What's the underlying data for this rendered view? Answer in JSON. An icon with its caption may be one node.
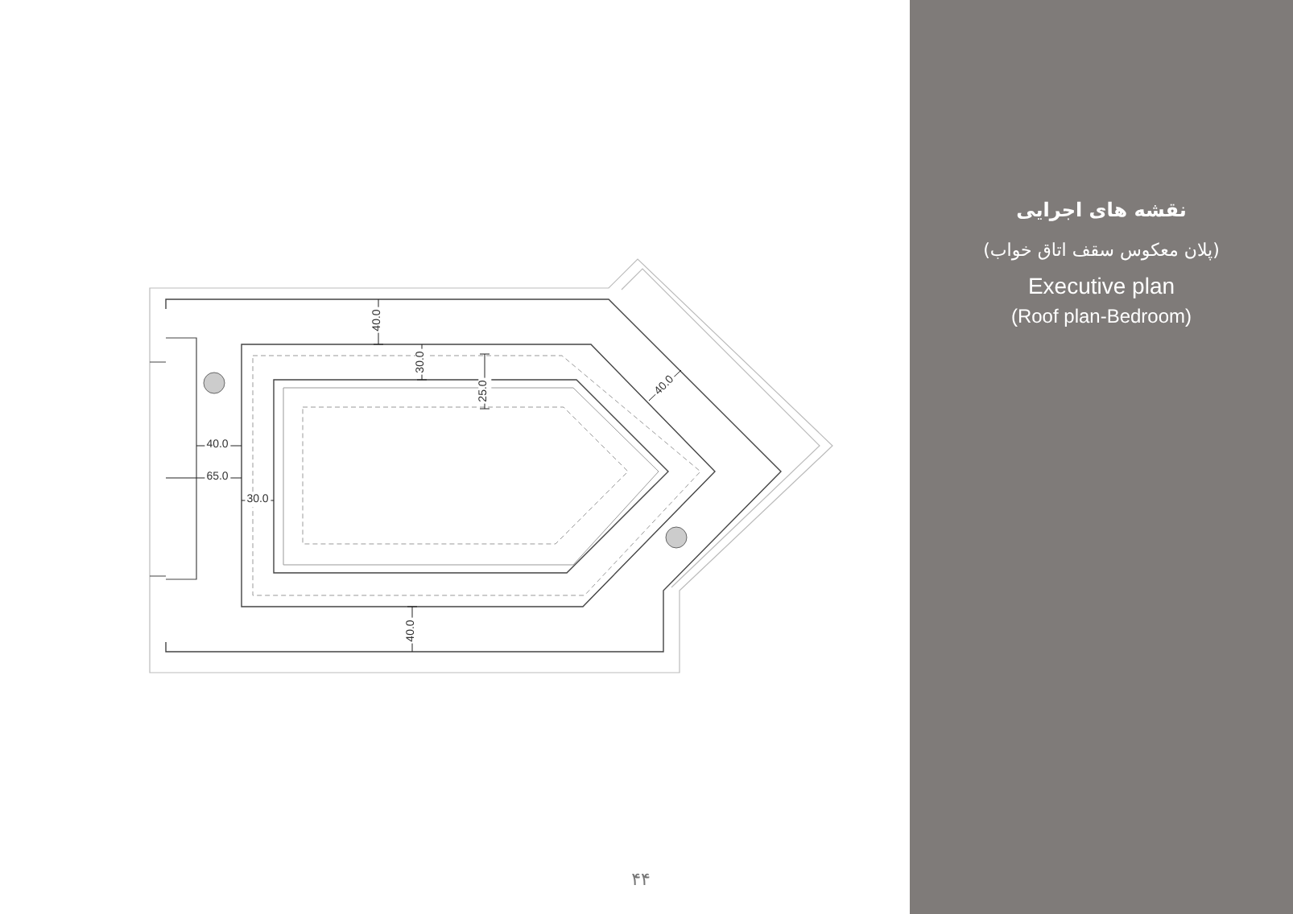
{
  "diagram": {
    "labels": [
      "نقشه های اجرایی",
      "(پلان معکوس سقف اتاق خواب)",
      "Executive plan",
      "(Roof plan-Bedroom)",
      "40.0",
      "30.0",
      "25.0",
      "40.0",
      "40.0",
      "65.0",
      "30.0",
      "40.0",
      "۴۴"
    ]
  }
}
